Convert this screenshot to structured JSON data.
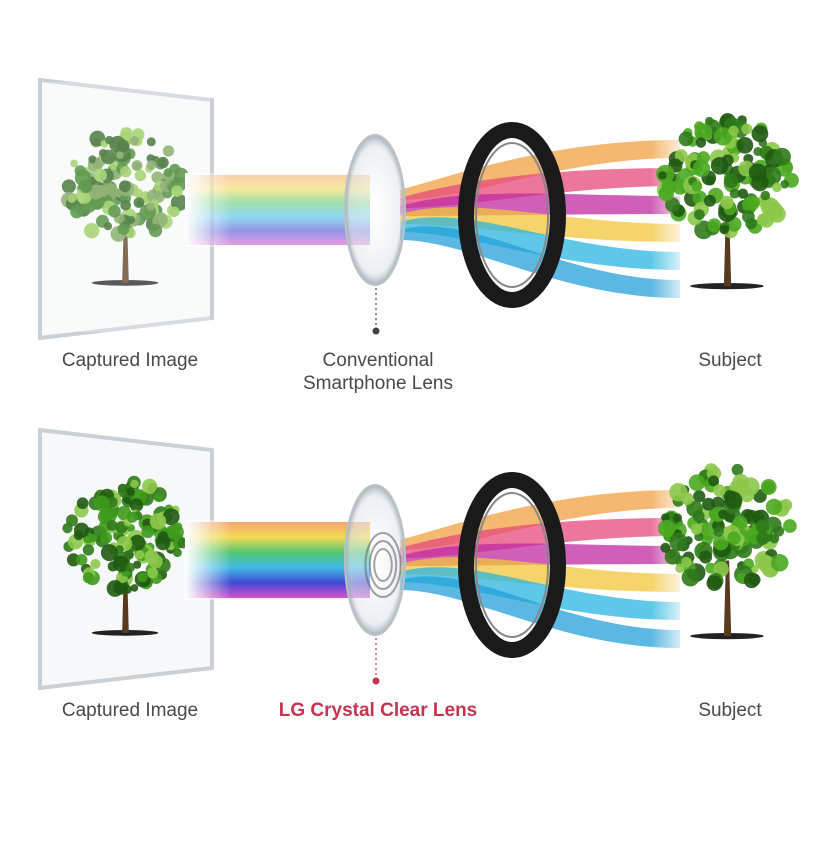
{
  "panels": [
    {
      "id": "conventional",
      "captured_label": "Captured Image",
      "lens_label_line1": "Conventional",
      "lens_label_line2": "Smartphone Lens",
      "subject_label": "Subject",
      "lens_color": "#444444",
      "captured_tree_color": "#6f9a4a"
    },
    {
      "id": "lg",
      "captured_label": "Captured Image",
      "lens_label_line1": "LG Crystal Clear Lens",
      "subject_label": "Subject",
      "lens_color": "#c8334f",
      "captured_tree_color": "#3e9a1c"
    }
  ],
  "colors": {
    "accent": "#c8334f",
    "text": "#4a4a4a",
    "frame": "#c9d1d8"
  }
}
